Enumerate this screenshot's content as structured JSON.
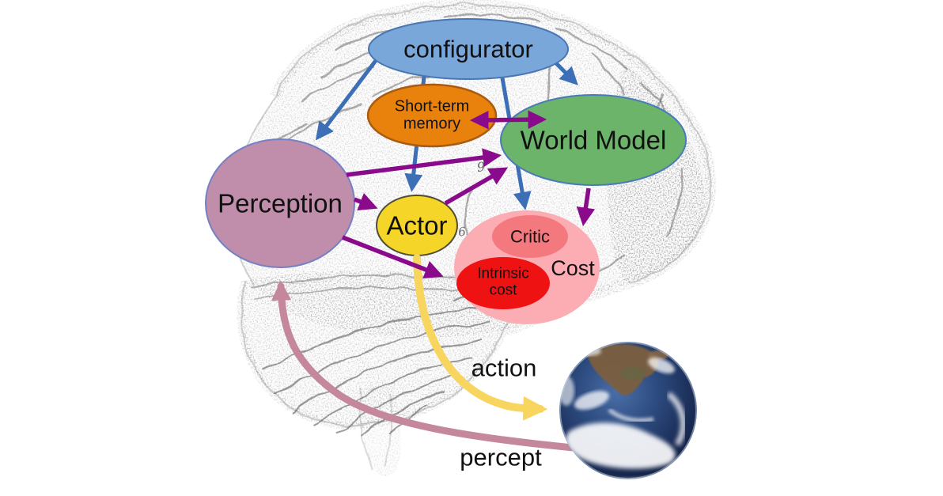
{
  "diagram": {
    "title_context": "modular cognitive architecture drawn over a pencil sketch of a human brain",
    "nodes": [
      {
        "id": "configurator",
        "label": "configurator",
        "fill": "#7aa7d9",
        "border": "#4a77b4"
      },
      {
        "id": "short-term-memory",
        "label": "Short-term memory",
        "fill": "#e8820c",
        "border": "#a95b10"
      },
      {
        "id": "world-model",
        "label": "World Model",
        "fill": "#6cb46a",
        "border": "#4a7ab8"
      },
      {
        "id": "perception",
        "label": "Perception",
        "fill": "#c08dab",
        "border": "#7381c4"
      },
      {
        "id": "actor",
        "label": "Actor",
        "fill": "#f5d527",
        "border": "#4f4c38"
      },
      {
        "id": "cost",
        "label": "Cost",
        "fill": "#fbadb3",
        "border": "none"
      },
      {
        "id": "critic",
        "label": "Critic",
        "fill": "#f4797f",
        "border": "none"
      },
      {
        "id": "intrinsic-cost",
        "label": "Intrinsic cost",
        "fill": "#ee1212",
        "border": "none"
      }
    ],
    "edges": [
      {
        "from": "configurator",
        "to": "perception",
        "color": "blue"
      },
      {
        "from": "configurator",
        "to": "actor",
        "color": "blue"
      },
      {
        "from": "configurator",
        "to": "world-model",
        "color": "blue"
      },
      {
        "from": "configurator",
        "to": "critic",
        "color": "blue"
      },
      {
        "from": "short-term-memory",
        "to": "world-model",
        "color": "purple",
        "bidirectional": true
      },
      {
        "from": "perception",
        "to": "world-model",
        "color": "purple"
      },
      {
        "from": "perception",
        "to": "actor",
        "color": "purple"
      },
      {
        "from": "perception",
        "to": "cost",
        "color": "purple"
      },
      {
        "from": "actor",
        "to": "world-model",
        "color": "purple"
      },
      {
        "from": "world-model",
        "to": "critic",
        "color": "purple"
      },
      {
        "from": "actor",
        "to": "earth",
        "color": "yellow",
        "label": "action"
      },
      {
        "from": "earth",
        "to": "perception",
        "color": "rose",
        "label": "percept"
      }
    ],
    "flow_labels": {
      "action": "action",
      "percept": "percept"
    },
    "sketch_glyphs": {
      "nine": "9",
      "six": "6"
    },
    "figures": {
      "earth": "earth"
    },
    "colors": {
      "blue_arrow": "#3c6fb6",
      "purple_arrow": "#8a0a8c",
      "action_arrow": "#f8d55e",
      "percept_arrow": "#c4879b"
    }
  }
}
